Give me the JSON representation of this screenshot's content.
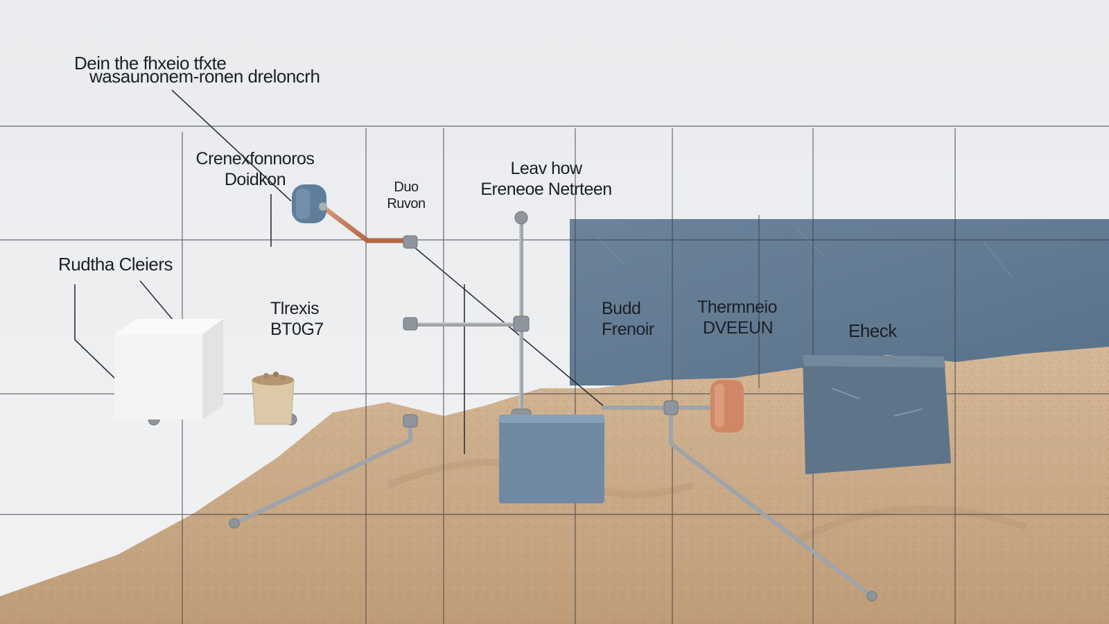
{
  "colors": {
    "wall": "#eceef0",
    "sand": "#c9a987",
    "slate": "#5f7891",
    "copper": "#c47a55",
    "steel": "#9aa0a6",
    "grid": "#3a3d42"
  },
  "labels": {
    "top_callout": {
      "line1": "Dein the fhxeio tfxte",
      "line2": "wasaunonem-ronen dreloncrh"
    },
    "crane_callout": {
      "line1": "Crenexfonnoros",
      "line2": "Doidkon"
    },
    "rudtha_callout": {
      "line1": "Rudtha Cleiers"
    },
    "duo_callout": {
      "line1": "Duo",
      "line2": "Ruvon"
    },
    "leav_callout": {
      "line1": "Leav how",
      "line2": "Ereneoe Netrteen"
    },
    "tlrexis_callout": {
      "line1": "Tlrexis",
      "line2": "BT0G7"
    },
    "budd_callout": {
      "line1": "Budd",
      "line2": "Frenoir"
    },
    "thermo_callout": {
      "line1": "Thermneio",
      "line2": "DVEEUN"
    },
    "check_callout": {
      "line1": "Eheck"
    }
  },
  "icons": {
    "valve": "blue-valve-icon",
    "coupling": "copper-coupling-icon",
    "filter_cup": "sand-filter-cup-icon"
  }
}
